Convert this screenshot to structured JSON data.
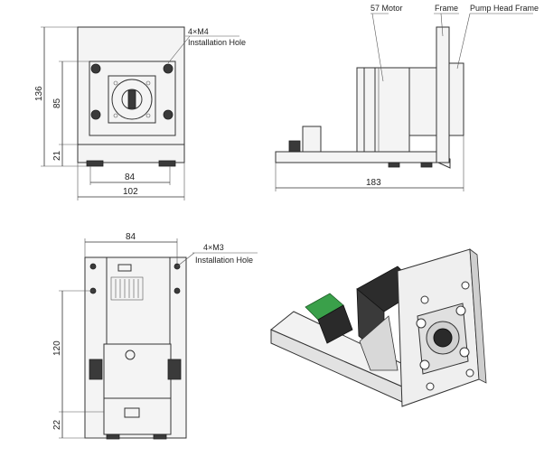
{
  "views": {
    "front_top": {
      "callout": "4×M4",
      "callout_sub": "Installation Hole",
      "dims": {
        "height_total": "136",
        "height_holes": "85",
        "height_base": "21",
        "width_holes": "84",
        "width_total": "102"
      }
    },
    "side": {
      "labels": {
        "motor": "57 Motor",
        "frame": "Frame",
        "pump_head_frame": "Pump Head Frame"
      },
      "dims": {
        "length": "183"
      }
    },
    "front_bottom": {
      "callout": "4×M3",
      "callout_sub": "Installation Hole",
      "dims": {
        "width_top": "84",
        "height_holes": "120",
        "height_base": "22"
      }
    },
    "iso": {}
  },
  "colors": {
    "line": "#333333",
    "pcb_green": "#3aa04a",
    "metal_light": "#e6e6e6",
    "metal_dark": "#3a3a3a"
  }
}
